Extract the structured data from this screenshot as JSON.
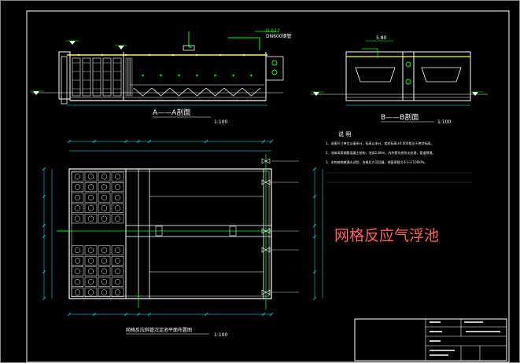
{
  "colors": {
    "background": "#000000",
    "frame": "#ffffff",
    "structure": "#ffffff",
    "pipe": "#00ff00",
    "water": "#ffff00",
    "cyan": "#00ffff",
    "red": "#ff3333",
    "title_red": "#ff6060"
  },
  "section_aa": {
    "title": "A——A剖面",
    "scale": "1:100",
    "tags": [
      "D.S12",
      "DN600钢管"
    ]
  },
  "section_bb": {
    "title": "B——B剖面",
    "scale": "1:100",
    "tags": [
      "5.80"
    ]
  },
  "plan": {
    "title": "网格反应斜管沉淀池平面布置图",
    "scale": "1:100"
  },
  "notes": {
    "heading": "说 明",
    "items": [
      "1、本图尺寸单位以毫米计，标高以米计，相对标高±0.000相当于绝对标高。",
      "2、池体采用钢筋混凝土结构，池深2.80m，内外壁均作防水处理，管道预埋。",
      "3、本构筑物做满水试验，合格后方可回填，地基承载力不小于100kPa。"
    ]
  },
  "title_overlay": "网格反应气浮池"
}
